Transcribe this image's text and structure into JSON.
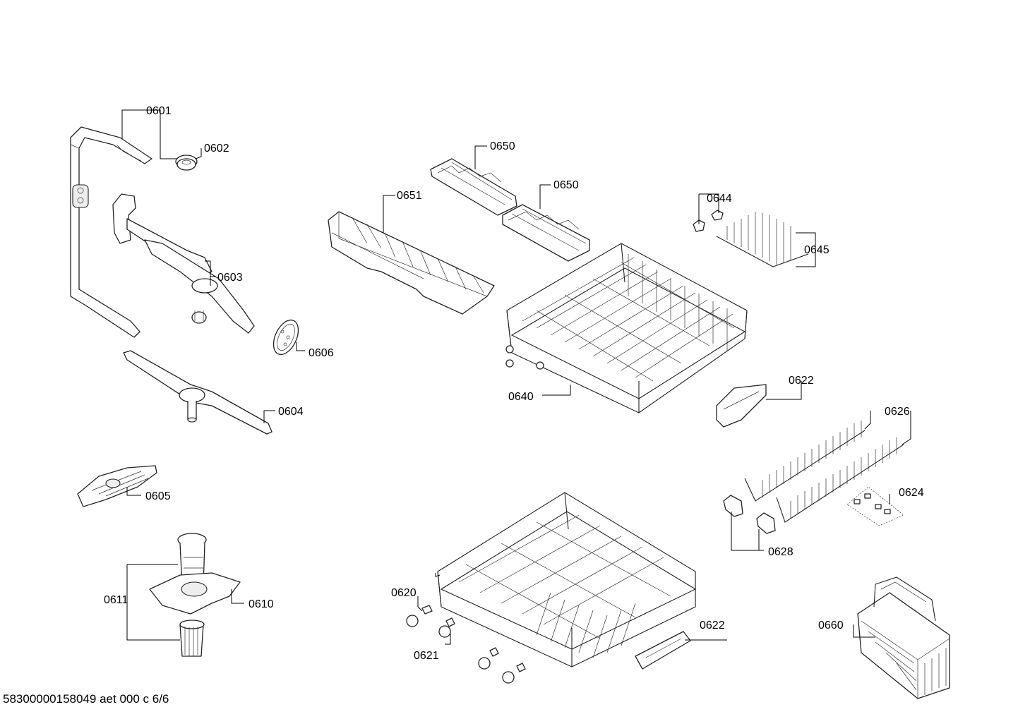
{
  "callouts": {
    "c0601": "0601",
    "c0602": "0602",
    "c0603": "0603",
    "c0604": "0604",
    "c0605": "0605",
    "c0606": "0606",
    "c0610": "0610",
    "c0611": "0611",
    "c0620": "0620",
    "c0621": "0621",
    "c0622a": "0622",
    "c0622b": "0622",
    "c0624": "0624",
    "c0626": "0626",
    "c0628": "0628",
    "c0640": "0640",
    "c0644": "0644",
    "c0645": "0645",
    "c0650a": "0650",
    "c0650b": "0650",
    "c0651": "0651",
    "c0660": "0660"
  },
  "footer": "58300000158049 aet 000 c 6/6"
}
